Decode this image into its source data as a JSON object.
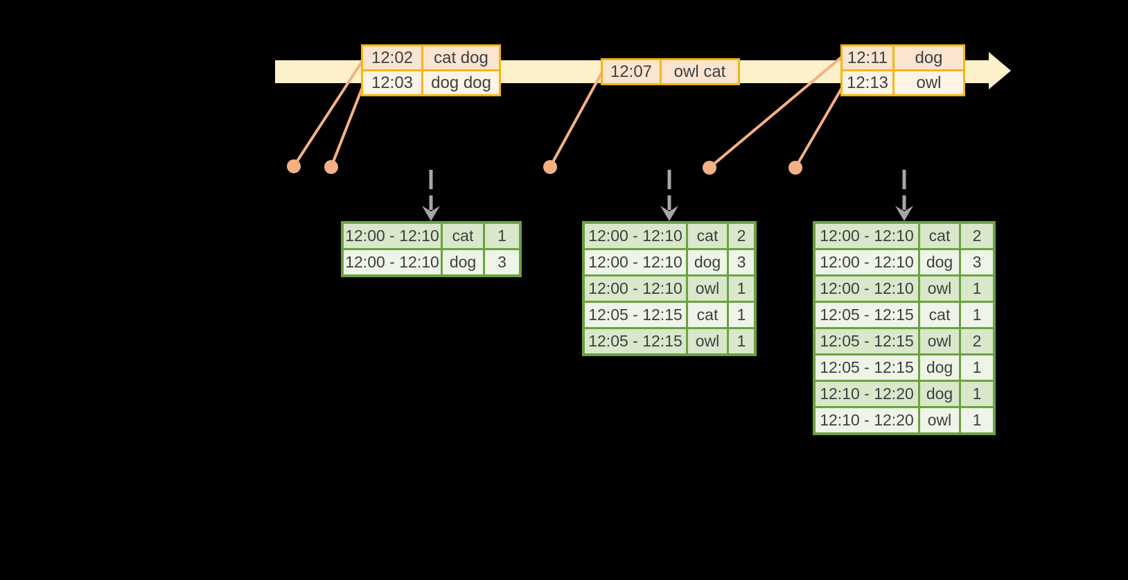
{
  "colors": {
    "timeline": "#fdf1cc",
    "eborder": "#f6b60a",
    "erow-dark": "#fbe5d0",
    "erow-light": "#fdf3e7",
    "connector": "#f4b183",
    "gborder": "#6ba23f",
    "grow-dark": "#d9e7cb",
    "grow-light": "#eef4e8",
    "arrow": "#a6a6a6",
    "text": "#3f3f3f"
  },
  "event_tables": [
    {
      "rows": [
        {
          "time": "12:02",
          "words": "cat dog"
        },
        {
          "time": "12:03",
          "words": "dog dog"
        }
      ]
    },
    {
      "rows": [
        {
          "time": "12:07",
          "words": "owl cat"
        }
      ]
    },
    {
      "rows": [
        {
          "time": "12:11",
          "words": "dog"
        },
        {
          "time": "12:13",
          "words": "owl"
        }
      ]
    }
  ],
  "result_tables": [
    {
      "rows": [
        {
          "window": "12:00 - 12:10",
          "word": "cat",
          "count": "1"
        },
        {
          "window": "12:00 - 12:10",
          "word": "dog",
          "count": "3"
        }
      ]
    },
    {
      "rows": [
        {
          "window": "12:00 - 12:10",
          "word": "cat",
          "count": "2"
        },
        {
          "window": "12:00 - 12:10",
          "word": "dog",
          "count": "3"
        },
        {
          "window": "12:00 - 12:10",
          "word": "owl",
          "count": "1"
        },
        {
          "window": "12:05 - 12:15",
          "word": "cat",
          "count": "1"
        },
        {
          "window": "12:05 - 12:15",
          "word": "owl",
          "count": "1"
        }
      ]
    },
    {
      "rows": [
        {
          "window": "12:00 - 12:10",
          "word": "cat",
          "count": "2"
        },
        {
          "window": "12:00 - 12:10",
          "word": "dog",
          "count": "3"
        },
        {
          "window": "12:00 - 12:10",
          "word": "owl",
          "count": "1"
        },
        {
          "window": "12:05 - 12:15",
          "word": "cat",
          "count": "1"
        },
        {
          "window": "12:05 - 12:15",
          "word": "owl",
          "count": "2"
        },
        {
          "window": "12:05 - 12:15",
          "word": "dog",
          "count": "1"
        },
        {
          "window": "12:10 - 12:20",
          "word": "dog",
          "count": "1"
        },
        {
          "window": "12:10 - 12:20",
          "word": "owl",
          "count": "1"
        }
      ]
    }
  ]
}
